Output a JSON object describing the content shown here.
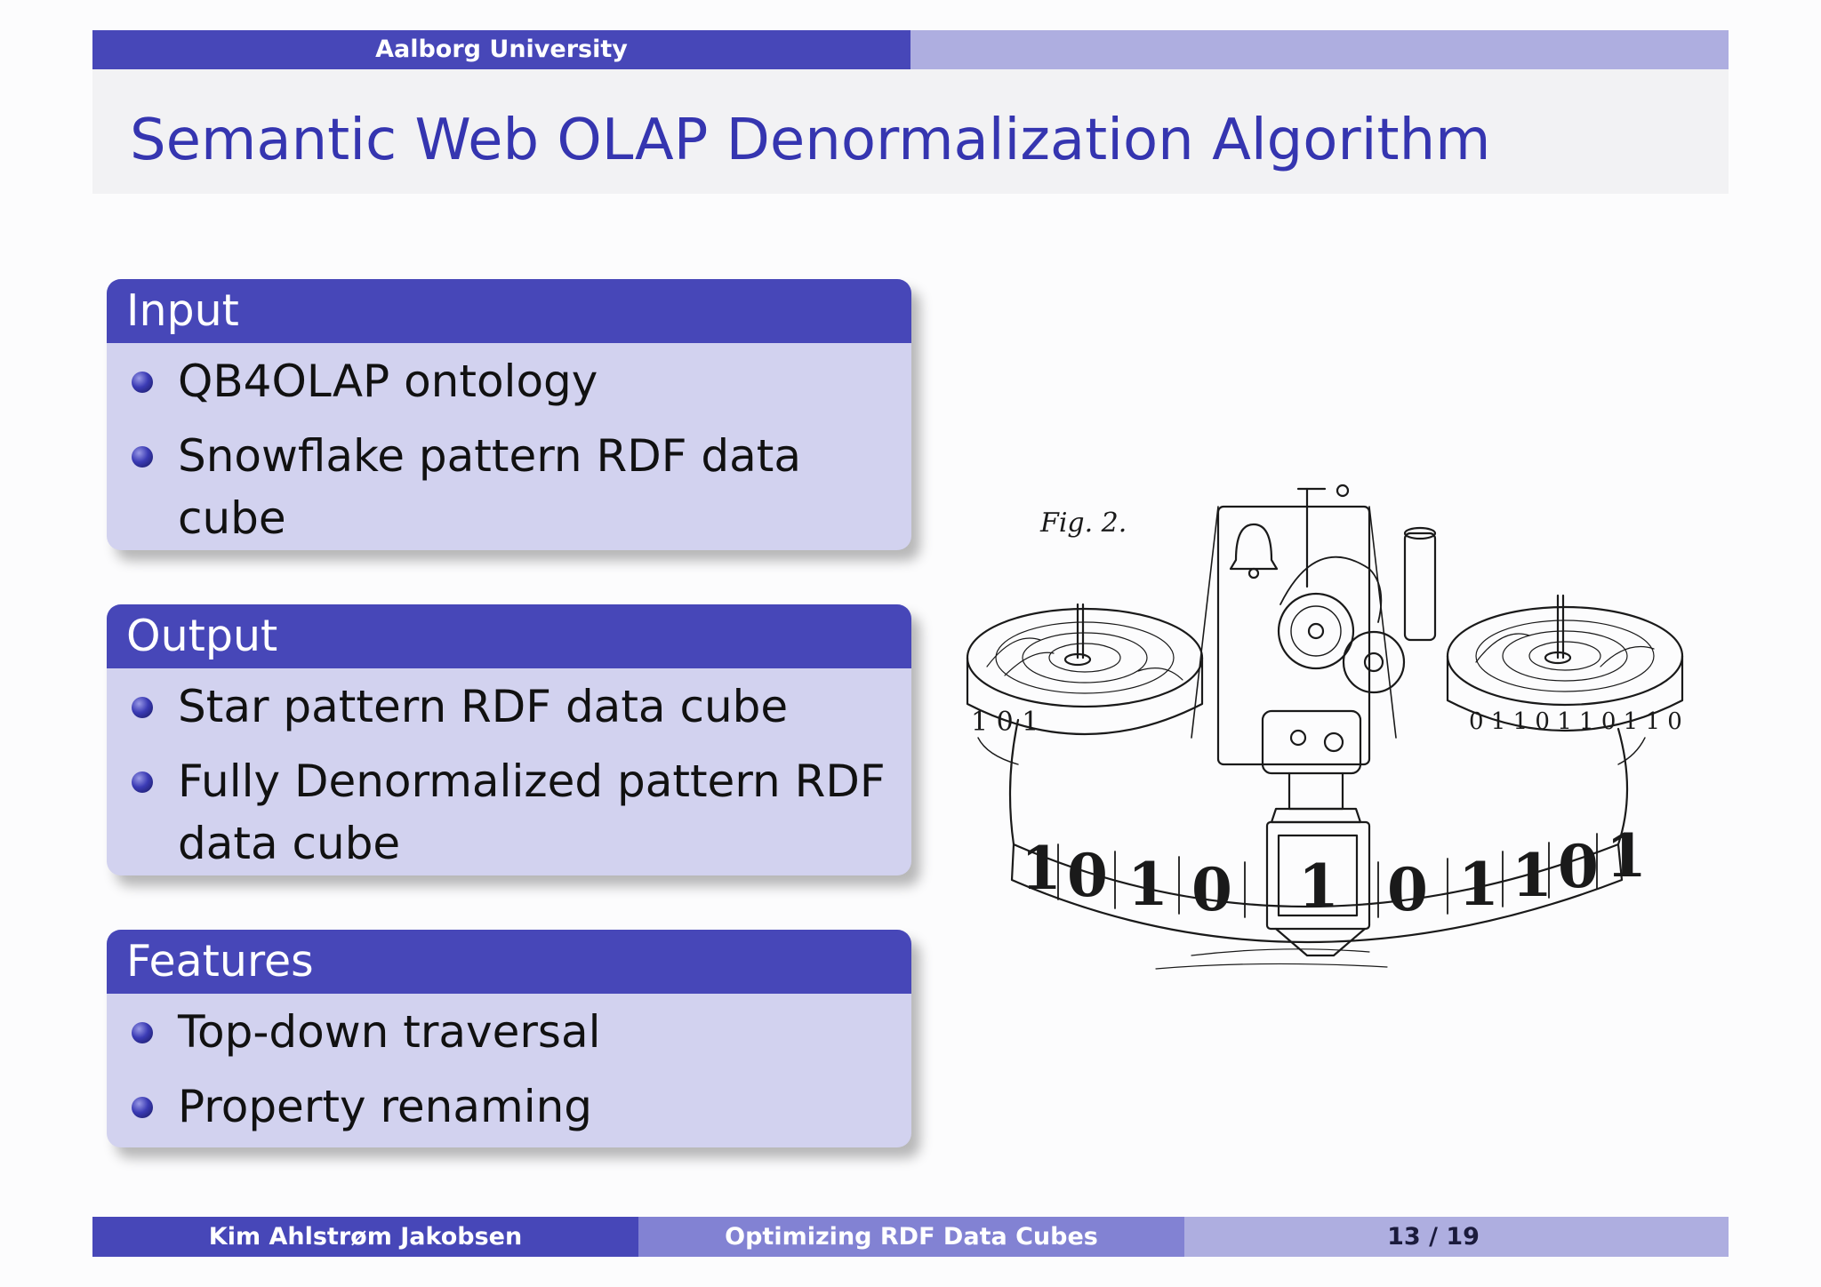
{
  "header": {
    "institution": "Aalborg University"
  },
  "frame": {
    "title": "Semantic Web OLAP Denormalization Algorithm"
  },
  "blocks": [
    {
      "heading": "Input",
      "items": [
        "QB4OLAP ontology",
        "Snowflake pattern RDF data cube"
      ]
    },
    {
      "heading": "Output",
      "items": [
        "Star pattern RDF data cube",
        "Fully Denormalized pattern RDF data cube"
      ]
    },
    {
      "heading": "Features",
      "items": [
        "Top-down traversal",
        "Property renaming"
      ]
    }
  ],
  "illustration": {
    "fig_label": "Fig. 2.",
    "tape_front": [
      "1",
      "0",
      "1",
      "0",
      "1",
      "0",
      "1",
      "1",
      "0",
      "1"
    ],
    "tape_left": "1 0 1",
    "tape_right": "0 1 1 0 1 1 0 1 1 0"
  },
  "footer": {
    "author": "Kim Ahlstrøm Jakobsen",
    "talk_title": "Optimizing RDF Data Cubes",
    "page": "13 / 19"
  },
  "colors": {
    "accent": "#4747b8",
    "light_bar": "#aeaee0",
    "block_body": "#d2d2ef",
    "title_text": "#3535b0"
  }
}
